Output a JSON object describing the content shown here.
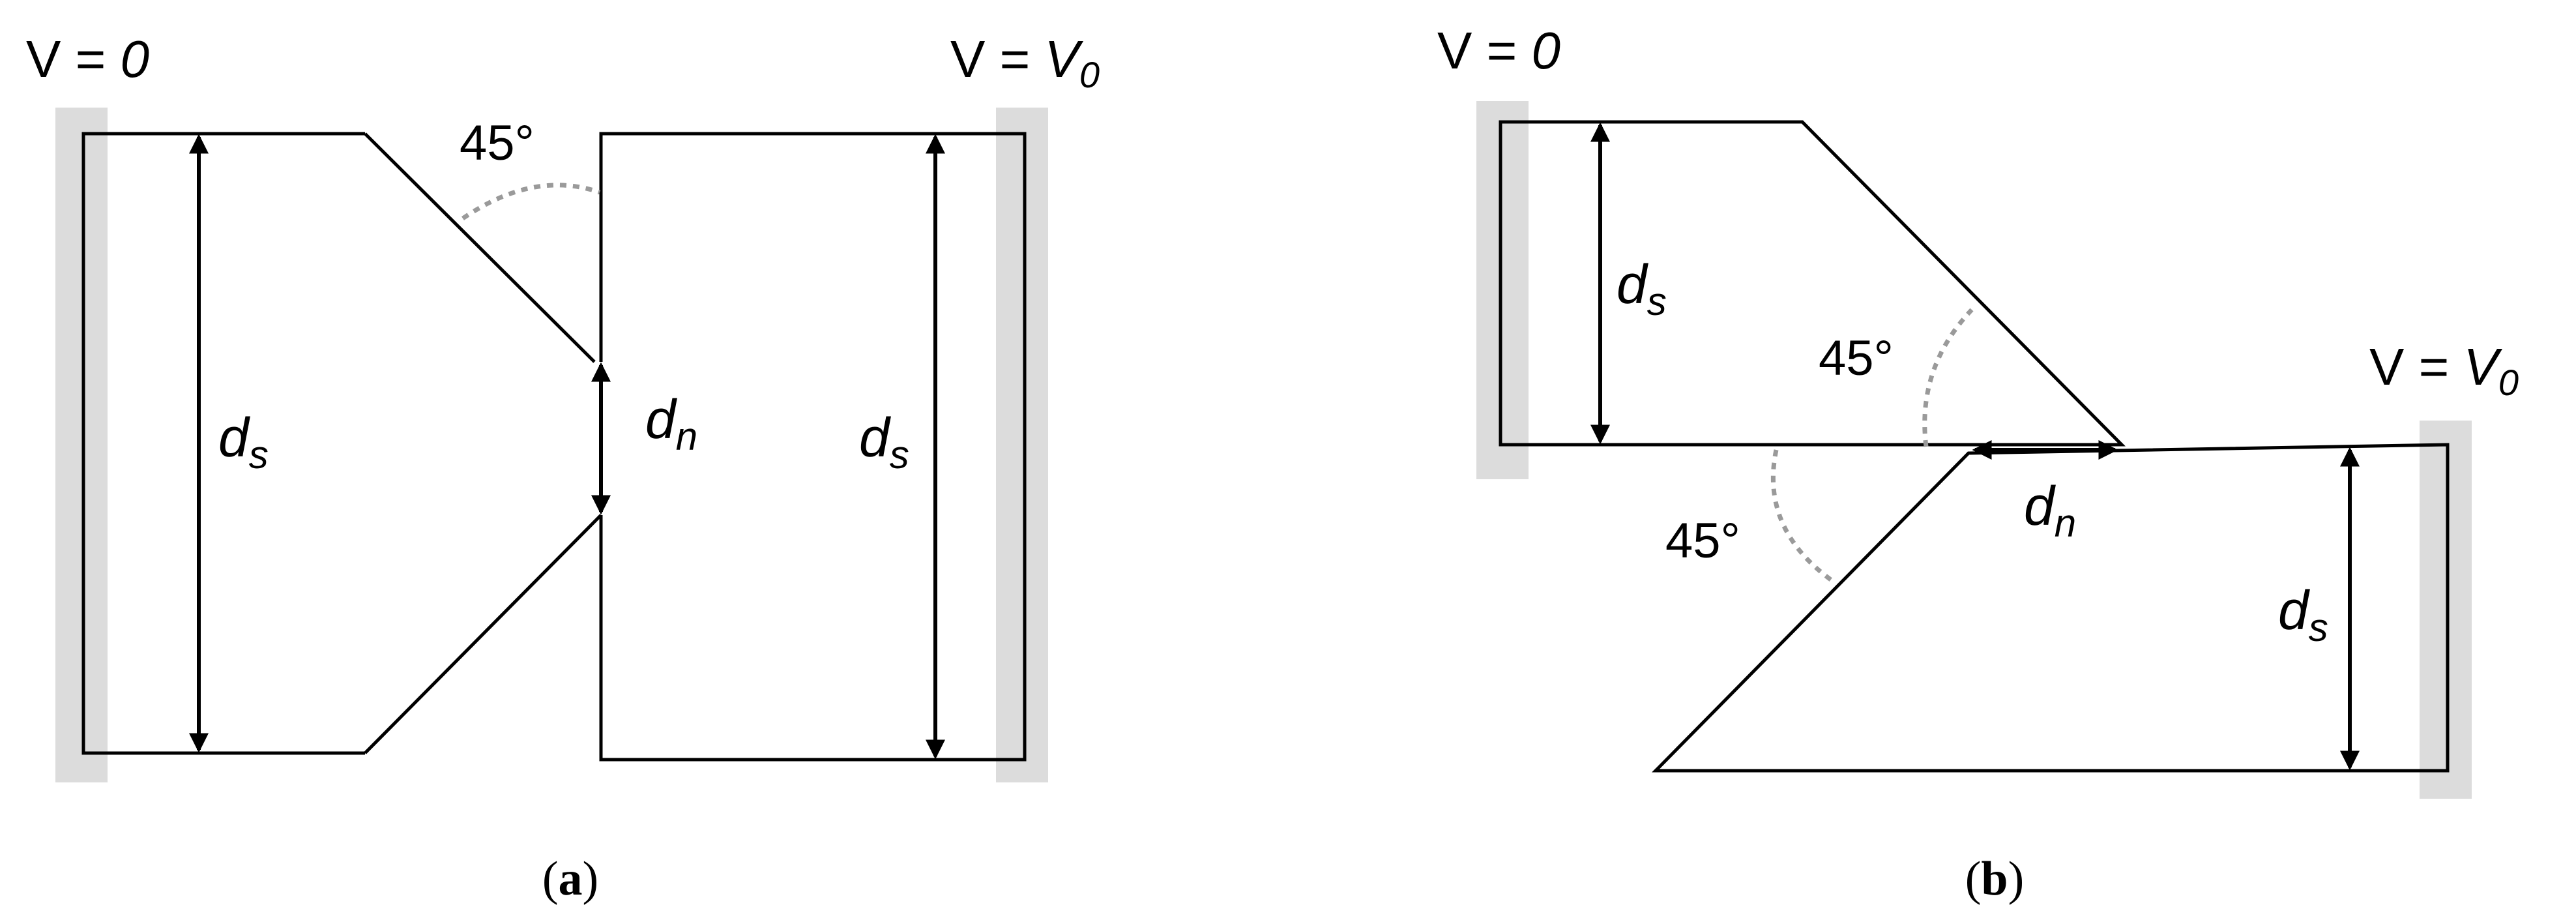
{
  "colors": {
    "stroke": "#000000",
    "electrode": "#dcdcdc",
    "angle_arc": "#9a9a9a",
    "background": "#ffffff"
  },
  "panel_a": {
    "left_potential": {
      "prefix": "V = ",
      "value": "0"
    },
    "right_potential": {
      "prefix": "V = ",
      "value": "V",
      "sub": "0"
    },
    "angle": "45°",
    "ds_left": {
      "main": "d",
      "sub": "s"
    },
    "dn": {
      "main": "d",
      "sub": "n"
    },
    "ds_right": {
      "main": "d",
      "sub": "s"
    },
    "caption": {
      "open": "(",
      "letter": "a",
      "close": ")"
    }
  },
  "panel_b": {
    "left_potential": {
      "prefix": "V = ",
      "value": "0"
    },
    "right_potential": {
      "prefix": "V = ",
      "value": "V",
      "sub": "0"
    },
    "angle_upper": "45°",
    "angle_lower": "45°",
    "ds_upper": {
      "main": "d",
      "sub": "s"
    },
    "dn": {
      "main": "d",
      "sub": "n"
    },
    "ds_lower": {
      "main": "d",
      "sub": "s"
    },
    "caption": {
      "open": "(",
      "letter": "b",
      "close": ")"
    }
  }
}
